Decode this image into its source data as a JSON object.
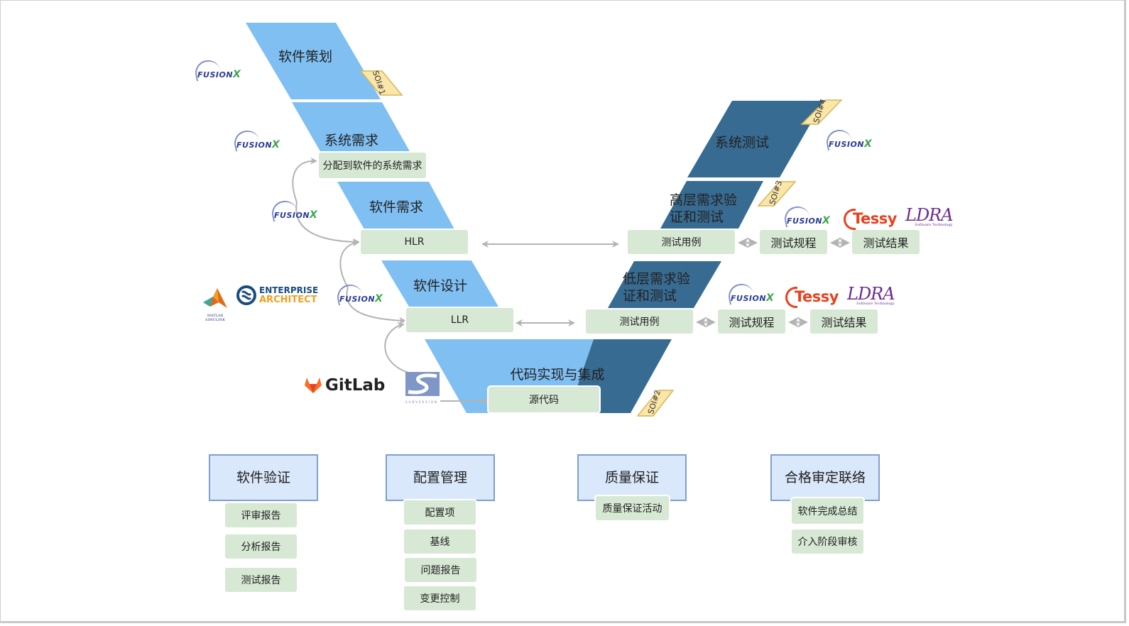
{
  "colors": {
    "light_blue": "#7fbff2",
    "dark_blue": "#386b92",
    "green_box": "#d7e8d4",
    "blue_box": "#dae8fb",
    "blue_box_border": "#7f9fd0",
    "soi_fill": "#fbe6a9",
    "soi_border": "#d6b656",
    "arrow": "#b3b3b3"
  },
  "left_arm": {
    "planning": "软件策划",
    "system_requirements": "系统需求",
    "allocated_requirements": "分配到软件的系统需求",
    "software_requirements": "软件需求",
    "hlr": "HLR",
    "software_design": "软件设计",
    "llr": "LLR",
    "code_integration": "代码实现与集成",
    "source_code": "源代码"
  },
  "right_arm": {
    "system_test": "系统测试",
    "hlr_verification": [
      "高层需求验",
      "证和测试"
    ],
    "llr_verification": [
      "低层需求验",
      "证和测试"
    ],
    "hlr_test_cases": "测试用例",
    "hlr_test_procedures": "测试规程",
    "hlr_test_results": "测试结果",
    "llr_test_cases": "测试用例",
    "llr_test_procedures": "测试规程",
    "llr_test_results": "测试结果"
  },
  "soi_tags": [
    "SOI#1",
    "SOI#2",
    "SOI#3",
    "SOI#4"
  ],
  "logos": {
    "fusionx": "FUSION",
    "fusionx_x": "X",
    "enterprise_architect_line1": "ENTERPRISE",
    "enterprise_architect_line2": "ARCHITECT",
    "matlab": "MATLAB SIMULINK",
    "gitlab": "GitLab",
    "subversion": "SUBVERSION",
    "tessy": "Tessy",
    "ldra": "LDRA",
    "ldra_sub": "Software Technology"
  },
  "processes": [
    {
      "title": "软件验证",
      "items": [
        "评审报告",
        "分析报告",
        "测试报告"
      ]
    },
    {
      "title": "配置管理",
      "items": [
        "配置项",
        "基线",
        "问题报告",
        "变更控制"
      ]
    },
    {
      "title": "质量保证",
      "items": [
        "质量保证活动"
      ]
    },
    {
      "title": "合格审定联络",
      "items": [
        "软件完成总结",
        "介入阶段审核"
      ]
    }
  ]
}
